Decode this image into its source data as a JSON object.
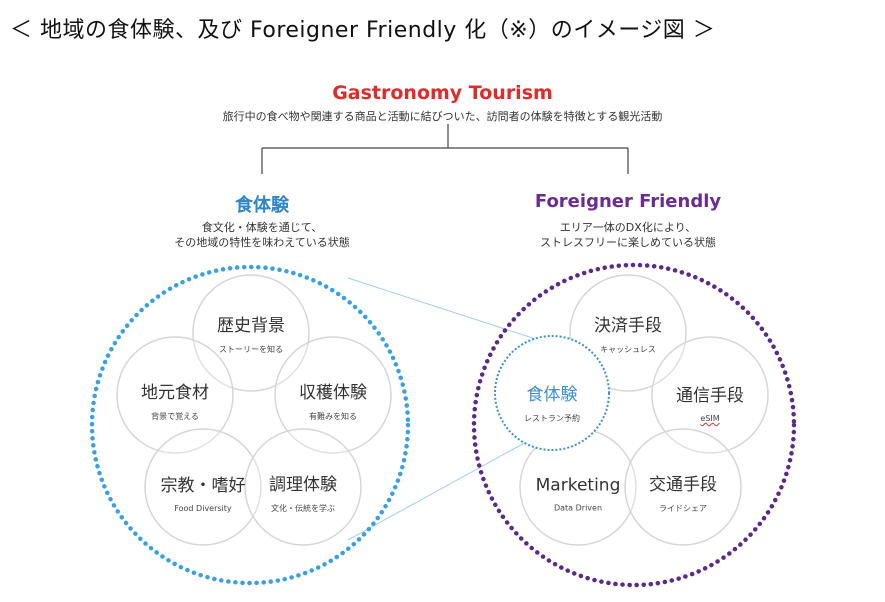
{
  "page_title": "＜ 地域の食体験、及び Foreigner Friendly 化（※）のイメージ図 ＞",
  "colors": {
    "title_red": "#e02b2b",
    "food_blue": "#2f86c9",
    "dots_blue": "#3aa0e0",
    "ff_purple": "#6a2c91",
    "dots_purple": "#5b2a86",
    "inner_blue": "#3b8fd6"
  },
  "gastronomy": {
    "title": "Gastronomy Tourism",
    "subtitle": "旅行中の食べ物や関連する商品と活動に結びついた、訪問者の体験を特徴とする観光活動"
  },
  "left": {
    "title": "食体験",
    "desc_line1": "食文化・体験を通じて、",
    "desc_line2": "その地域の特性を味わえている状態",
    "circles": [
      {
        "main": "歴史背景",
        "sub": "ストーリーを知る"
      },
      {
        "main": "地元食材",
        "sub": "背景で覚える"
      },
      {
        "main": "収穫体験",
        "sub": "有難みを知る"
      },
      {
        "main": "宗教・嗜好",
        "sub": "Food Diversity"
      },
      {
        "main": "調理体験",
        "sub": "文化・伝統を学ぶ"
      }
    ]
  },
  "right": {
    "title": "Foreigner Friendly",
    "desc_line1": "エリア一体のDX化により、",
    "desc_line2": "ストレスフリーに楽しめている状態",
    "circles": [
      {
        "main": "決済手段",
        "sub": "キャッシュレス"
      },
      {
        "main": "食体験",
        "sub": "レストラン予約"
      },
      {
        "main": "通信手段",
        "sub": "eSIM"
      },
      {
        "main": "Marketing",
        "sub": "Data Driven"
      },
      {
        "main": "交通手段",
        "sub": "ライドシェア"
      }
    ]
  }
}
